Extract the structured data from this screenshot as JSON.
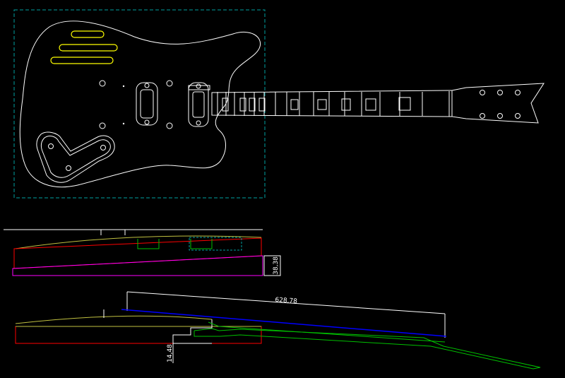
{
  "drawing": {
    "background": "#000000",
    "colors": {
      "outline": "#ffffff",
      "frame": "#00a0a0",
      "pickup": "#ffff00",
      "body_side": "#ff0000",
      "magenta": "#ff00ff",
      "green": "#00c000",
      "blue": "#0000ff",
      "olive": "#c0c040",
      "gray": "#909090"
    }
  },
  "dimensions": {
    "body_thickness": "38,38",
    "scale_length": "628,78",
    "neck_offset": "14,48"
  }
}
